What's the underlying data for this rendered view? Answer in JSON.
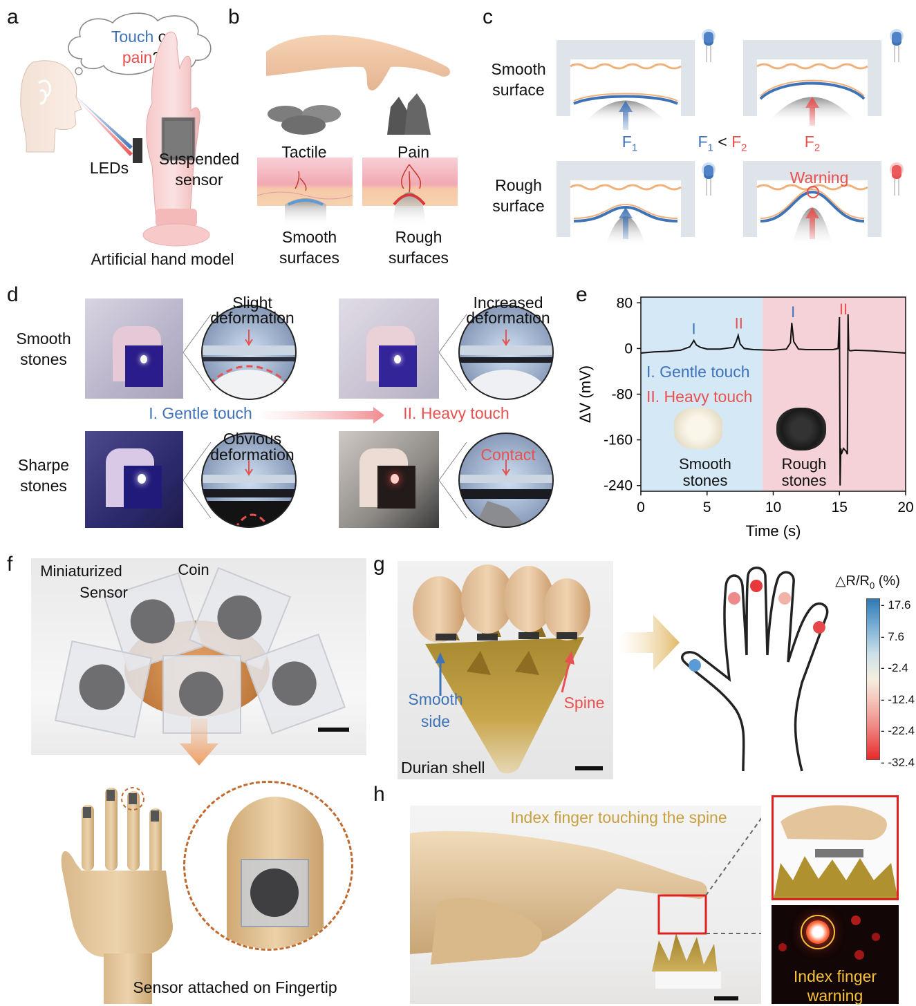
{
  "panels": {
    "a": {
      "letter": "a",
      "thought": {
        "part1": "Touch",
        "part2": " or",
        "part3": "pain",
        "part4": "?"
      },
      "leds": "LEDs",
      "sensor": [
        "Suspended",
        "sensor"
      ],
      "caption": "Artificial hand model"
    },
    "b": {
      "letter": "b",
      "tactile": "Tactile",
      "pain": "Pain",
      "smooth": [
        "Smooth",
        "surfaces"
      ],
      "rough": [
        "Rough",
        "surfaces"
      ]
    },
    "c": {
      "letter": "c",
      "smooth_surface": [
        "Smooth",
        "surface"
      ],
      "rough_surface": [
        "Rough",
        "surface"
      ],
      "f1": "F",
      "f1_sub": "1",
      "f2": "F",
      "f2_sub": "2",
      "compare_lt": "<",
      "warning": "Warning"
    },
    "d": {
      "letter": "d",
      "smooth_stones": [
        "Smooth",
        "stones"
      ],
      "sharpe_stones": [
        "Sharpe",
        "stones"
      ],
      "slight": [
        "Slight",
        "deformation"
      ],
      "increased": [
        "Increased",
        "deformation"
      ],
      "obvious": [
        "Obvious",
        "deformation"
      ],
      "contact": "Contact",
      "gentle": "I. Gentle touch",
      "heavy": "II. Heavy touch"
    },
    "e": {
      "letter": "e",
      "mark_I": "I",
      "mark_II": "II",
      "legend_gentle": "I. Gentle touch",
      "legend_heavy": "II. Heavy touch",
      "smooth_stones": [
        "Smooth",
        "stones"
      ],
      "rough_stones": [
        "Rough",
        "stones"
      ]
    },
    "f": {
      "letter": "f",
      "mini": [
        "Miniaturized",
        "Sensor"
      ],
      "coin": "Coin",
      "caption": "Sensor attached on Fingertip"
    },
    "g": {
      "letter": "g",
      "smooth_side": [
        "Smooth",
        "side"
      ],
      "spine": "Spine",
      "durian": "Durian shell",
      "colorbar_title": "△R/R",
      "colorbar_sub": "0",
      "colorbar_unit": " (%)",
      "colorbar_ticks": [
        "17.6",
        "7.6",
        "-2.4",
        "-12.4",
        "-22.4",
        "-32.4"
      ]
    },
    "h": {
      "letter": "h",
      "title": "Index finger touching the spine",
      "warning": [
        "Index finger",
        "warning"
      ]
    }
  },
  "chart_data": {
    "type": "line",
    "xlabel": "Time (s)",
    "ylabel": "ΔV (mV)",
    "xlim": [
      0,
      20
    ],
    "ylim": [
      -250,
      90
    ],
    "xticks": [
      "0",
      "5",
      "10",
      "15",
      "20"
    ],
    "yticks": [
      "80",
      "0",
      "-80",
      "-160",
      "-240"
    ],
    "regions": [
      {
        "name": "smooth",
        "x": [
          0,
          9.2
        ],
        "color": "#d4e8f6"
      },
      {
        "name": "rough",
        "x": [
          9.2,
          20
        ],
        "color": "#f4d2d8"
      }
    ],
    "series": [
      {
        "x": [
          0,
          1,
          2,
          3,
          3.7,
          3.9,
          4.0,
          4.2,
          4.5,
          5,
          6,
          7.0,
          7.2,
          7.35,
          7.5,
          7.8,
          8.5,
          10,
          11.0,
          11.3,
          11.4,
          11.55,
          11.9,
          12.5,
          14.5,
          14.9,
          15.0,
          15.05,
          15.1,
          15.15,
          15.3,
          15.5,
          15.6,
          15.65,
          15.7,
          15.8,
          16.2,
          17.5,
          20
        ],
        "y": [
          -8,
          -6,
          -5,
          -3,
          3,
          10,
          14,
          6,
          2,
          -1,
          -1,
          2,
          12,
          23,
          8,
          0,
          -2,
          -3,
          -1,
          10,
          45,
          12,
          -1,
          -2,
          -2,
          0,
          55,
          -240,
          -175,
          -185,
          -175,
          -180,
          -185,
          60,
          -2,
          -4,
          -3,
          -4,
          -8
        ]
      }
    ],
    "annotations": [
      {
        "text": "I",
        "x": 4,
        "y": 25,
        "color": "#3f73b8"
      },
      {
        "text": "II",
        "x": 7.4,
        "y": 35,
        "color": "#e8514f"
      },
      {
        "text": "I",
        "x": 11.5,
        "y": 55,
        "color": "#3f73b8"
      },
      {
        "text": "II",
        "x": 15.3,
        "y": 60,
        "color": "#e8514f"
      }
    ]
  },
  "colors": {
    "blue": "#3f73b8",
    "red": "#e8514f",
    "gold": "#c8a040",
    "frame": "#dfe3ea",
    "orange_membrane": "#f0b07a"
  }
}
